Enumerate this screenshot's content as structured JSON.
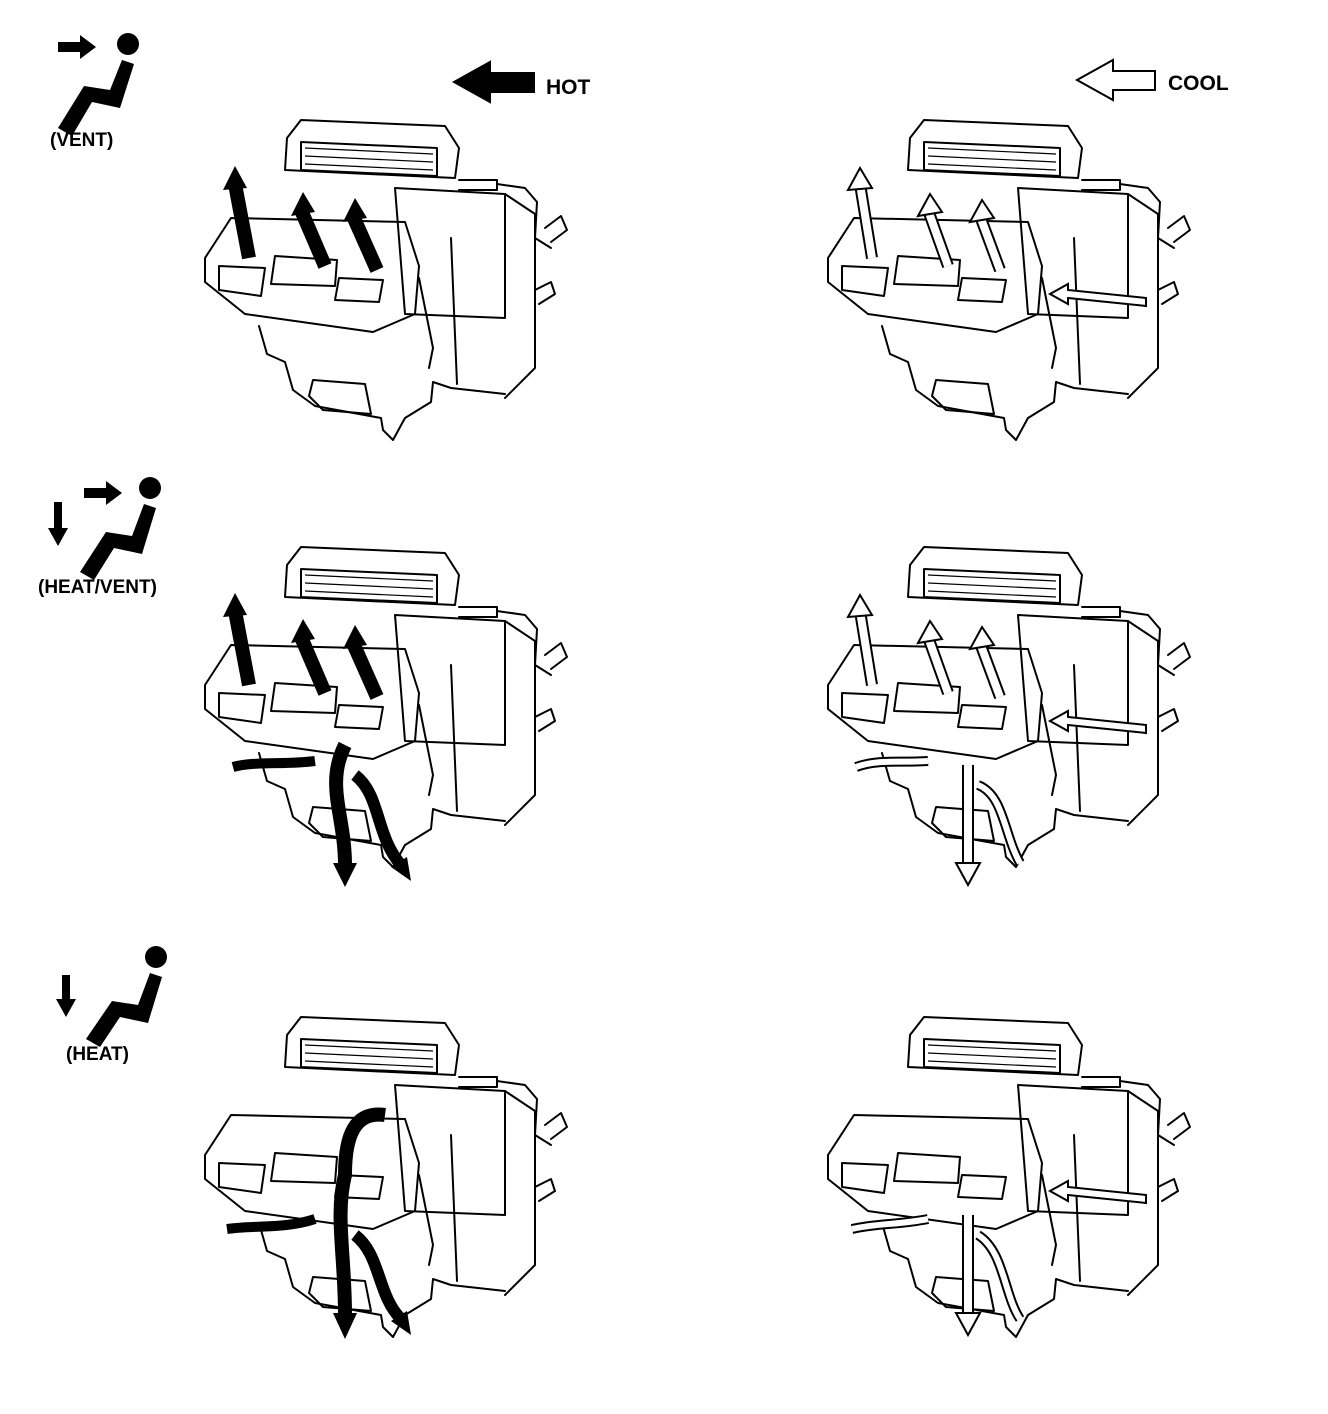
{
  "legend": {
    "hot_label": "HOT",
    "cool_label": "COOL",
    "hot_color": "#000000",
    "cool_color": "#ffffff"
  },
  "modes": [
    {
      "label": "(VENT)",
      "icon": "seated-person-vent-icon"
    },
    {
      "label": "(HEAT/VENT)",
      "icon": "seated-person-heat-vent-icon"
    },
    {
      "label": "(HEAT)",
      "icon": "seated-person-heat-icon"
    }
  ],
  "columns": [
    "HOT",
    "COOL"
  ]
}
